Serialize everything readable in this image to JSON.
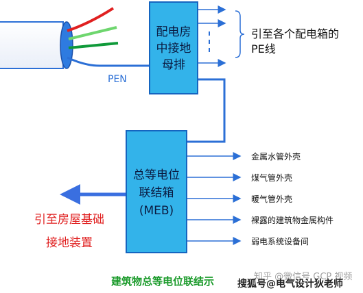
{
  "top_box": {
    "line1": "配电房",
    "line2": "中接地",
    "line3": "母排"
  },
  "meb_box": {
    "line1": "总等电位",
    "line2": "联结箱",
    "line3": "(MEB)"
  },
  "pen_label": "PEN",
  "right_top_note": {
    "line1": "引至各个配电箱的",
    "line2": "PE线"
  },
  "destinations": [
    "金属水管外壳",
    "煤气管外壳",
    "暖气管外壳",
    "裸露的建筑物金属构件",
    "弱电系统设备间"
  ],
  "left_note": {
    "line1": "引至房屋基础",
    "line2": "接地装置"
  },
  "caption": "建筑物总等电位联结示",
  "watermark_faint": "知乎 @微信号 GCP 视频",
  "watermark_front": "搜狐号@电气设计狄老师",
  "colors": {
    "box_fill": "#33b3ea",
    "box_border": "#1565c0",
    "line": "#2b6fd6",
    "wire_red": "#e02020",
    "wire_lightgreen": "#6ed66e",
    "wire_green": "#109a3a",
    "caption": "#1a9a2a",
    "note_red": "#e02020"
  }
}
